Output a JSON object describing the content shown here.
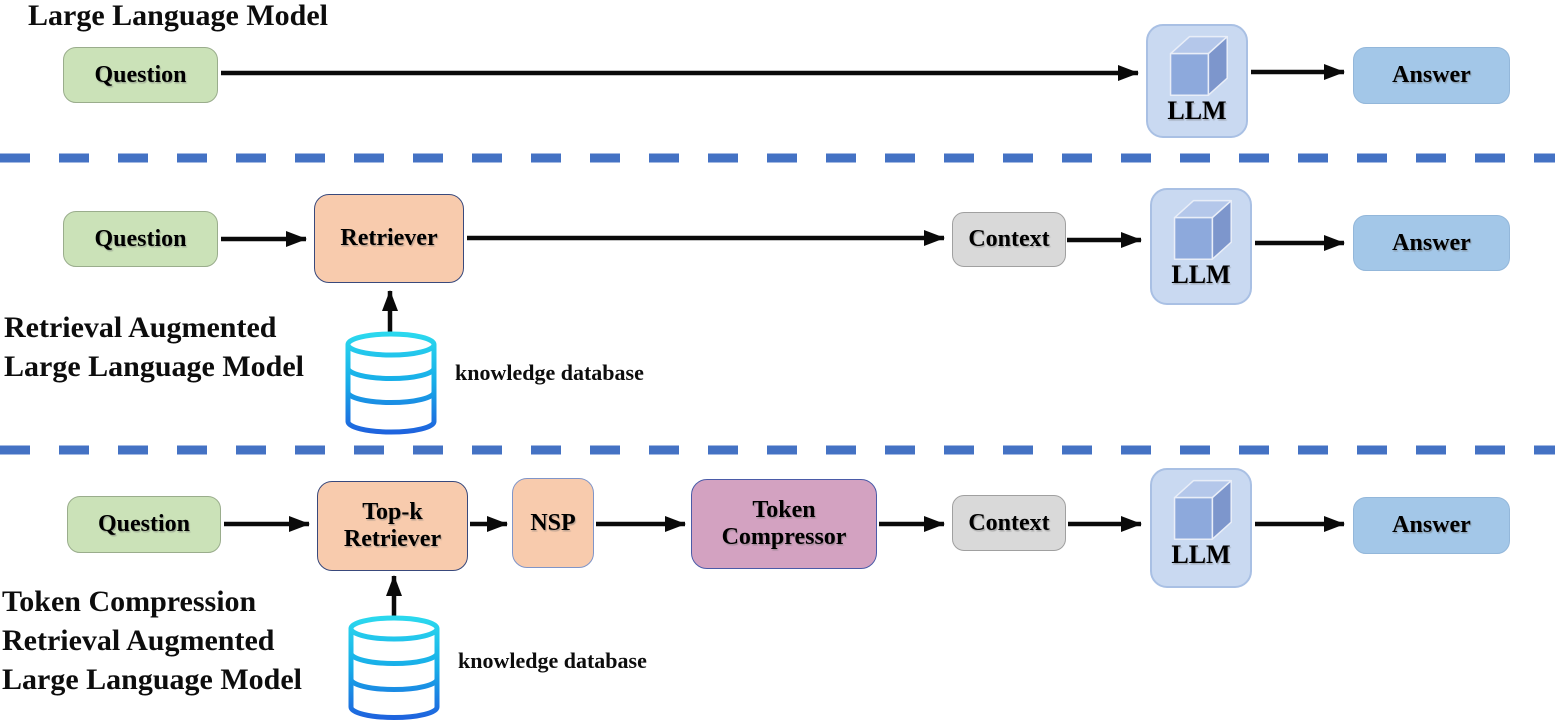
{
  "diagram_type": "architecture-comparison",
  "colors": {
    "question_fill": "#cbe2b8",
    "retriever_fill": "#f8cbad",
    "token_compressor_fill": "#d3a2c1",
    "context_fill": "#d9d9d9",
    "answer_fill": "#a3c7e8",
    "llm_box_fill": "#c9d9f1",
    "cube_front": "#8da9dc",
    "cube_top": "#b4c7ea",
    "cube_right": "#7d96cc",
    "divider": "#4472c4",
    "database_gradient_top": "#2bd8ee",
    "database_gradient_bottom": "#1e63de",
    "arrow": "#0a0a0a"
  },
  "icons": {
    "llm": "cube-icon",
    "knowledge_database": "database-cylinder-icon"
  },
  "row1": {
    "title": "Large Language Model",
    "question": "Question",
    "llm": "LLM",
    "answer": "Answer"
  },
  "row2": {
    "title_line1": "Retrieval Augmented",
    "title_line2": "Large Language Model",
    "question": "Question",
    "retriever": "Retriever",
    "context": "Context",
    "llm": "LLM",
    "answer": "Answer",
    "database_label": "knowledge database"
  },
  "row3": {
    "title_line1": "Token Compression",
    "title_line2": "Retrieval Augmented",
    "title_line3": "Large Language Model",
    "question": "Question",
    "topk_line1": "Top-k",
    "topk_line2": "Retriever",
    "nsp": "NSP",
    "compressor_line1": "Token",
    "compressor_line2": "Compressor",
    "context": "Context",
    "llm": "LLM",
    "answer": "Answer",
    "database_label": "knowledge database"
  }
}
